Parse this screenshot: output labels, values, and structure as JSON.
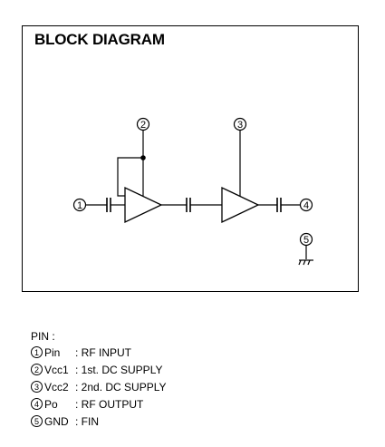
{
  "diagram": {
    "title": "BLOCK DIAGRAM",
    "pin_markers": [
      "1",
      "2",
      "3",
      "4",
      "5"
    ]
  },
  "pins": {
    "heading": "PIN :",
    "rows": [
      {
        "num": "1",
        "symbol": "Pin",
        "desc": ": RF  INPUT"
      },
      {
        "num": "2",
        "symbol": "Vcc1",
        "desc": ": 1st. DC  SUPPLY"
      },
      {
        "num": "3",
        "symbol": "Vcc2",
        "desc": ": 2nd. DC  SUPPLY"
      },
      {
        "num": "4",
        "symbol": "Po",
        "desc": ":  RF  OUTPUT"
      },
      {
        "num": "5",
        "symbol": "GND",
        "desc": ": FIN"
      }
    ]
  }
}
